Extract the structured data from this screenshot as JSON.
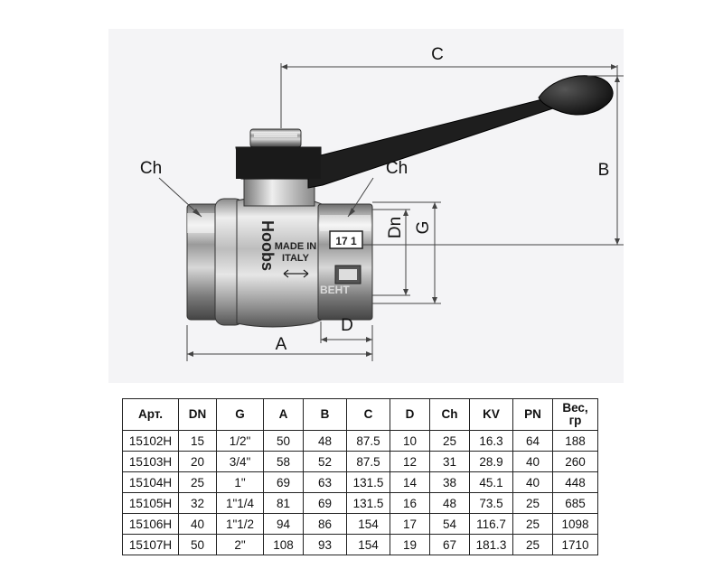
{
  "drawing": {
    "dims": {
      "a": "A",
      "b": "B",
      "c": "C",
      "d": "D",
      "dn": "Dn",
      "g": "G",
      "ch_left": "Ch",
      "ch_right": "Ch"
    },
    "markings": {
      "brand": "Hoobs",
      "made_line1": "MADE IN",
      "made_line2": "ITALY",
      "pressure_badge": "17 1",
      "watermark": "ВЕНТ"
    }
  },
  "table": {
    "headers": [
      "Арт.",
      "DN",
      "G",
      "A",
      "B",
      "C",
      "D",
      "Ch",
      "KV",
      "PN",
      "Вес,\nгр"
    ],
    "rows": [
      [
        "15102H",
        "15",
        "1/2\"",
        "50",
        "48",
        "87.5",
        "10",
        "25",
        "16.3",
        "64",
        "188"
      ],
      [
        "15103H",
        "20",
        "3/4\"",
        "58",
        "52",
        "87.5",
        "12",
        "31",
        "28.9",
        "40",
        "260"
      ],
      [
        "15104H",
        "25",
        "1\"",
        "69",
        "63",
        "131.5",
        "14",
        "38",
        "45.1",
        "40",
        "448"
      ],
      [
        "15105H",
        "32",
        "1\"1/4",
        "81",
        "69",
        "131.5",
        "16",
        "48",
        "73.5",
        "25",
        "685"
      ],
      [
        "15106H",
        "40",
        "1\"1/2",
        "94",
        "86",
        "154",
        "17",
        "54",
        "116.7",
        "25",
        "1098"
      ],
      [
        "15107H",
        "50",
        "2\"",
        "108",
        "93",
        "154",
        "19",
        "67",
        "181.3",
        "25",
        "1710"
      ]
    ]
  }
}
